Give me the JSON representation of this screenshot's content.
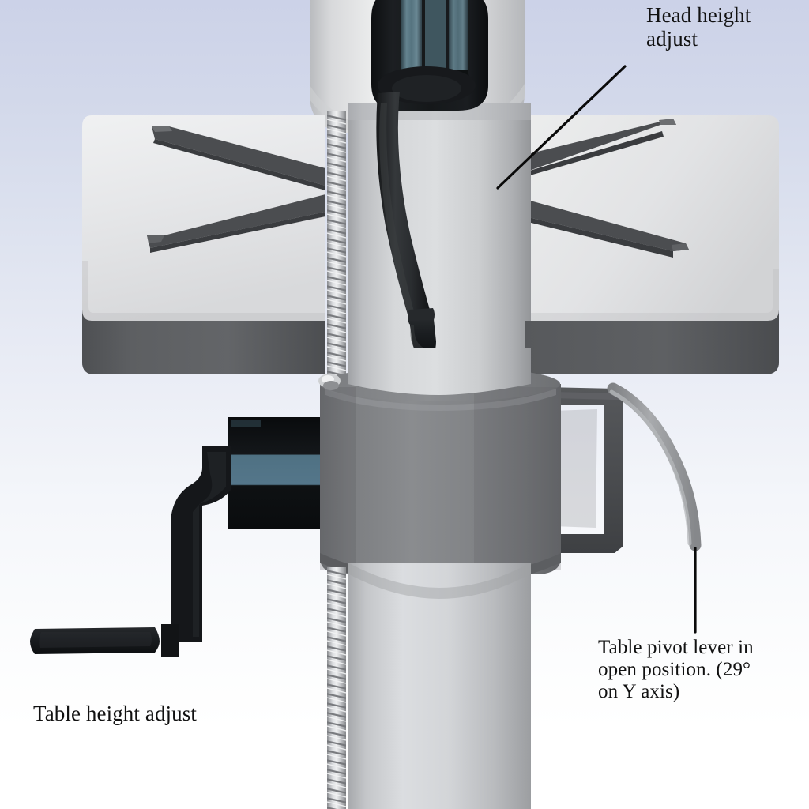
{
  "scene": {
    "kind": "3d-render-illustration",
    "subject": "drill press column, table and adjustment controls",
    "background": {
      "top_color": "#ccd2e8",
      "bottom_color": "#ffffff",
      "description": "vertical gradient from pale blue-lavender at top to white at bottom"
    }
  },
  "annotations": [
    {
      "id": "head-height-adjust",
      "text": "Head height\nadjust",
      "leader": "diagonal line from label down-left to handle"
    },
    {
      "id": "table-pivot-lever",
      "text": "Table pivot lever in\nopen position. (29°\non Y axis)",
      "leader": "vertical line from label up to lever rod"
    },
    {
      "id": "table-height-adjust",
      "text": "Table height adjust",
      "leader": "none"
    }
  ],
  "parts": {
    "head_housing": {
      "name": "head housing",
      "color": "#e3e4e6"
    },
    "column": {
      "name": "main column",
      "color": "#c8cacc"
    },
    "lead_screw": {
      "name": "threaded lead screw",
      "color": "#b9bbbd"
    },
    "table": {
      "name": "cross table with T-slots",
      "top_color": "#e4e5e7",
      "edge_color": "#5e6063",
      "slot_color": "#4b4d50"
    },
    "collar": {
      "name": "table support collar",
      "color": "#7d7f82"
    },
    "pivot_bracket": {
      "name": "table pivot bracket",
      "color": "#4b4d50"
    },
    "pivot_rod": {
      "name": "table pivot lever rod",
      "color": "#9a9c9f"
    },
    "head_crank": {
      "name": "head height adjust handle",
      "hub_color": "#111416",
      "accent_color": "#5f7f8f",
      "arm_color": "#2a2c2e"
    },
    "table_crank": {
      "name": "table height adjust crank",
      "hub_color": "#101214",
      "accent_color": "#4f7183",
      "arm_color": "#141618",
      "grip_color": "#1b1d1f"
    }
  },
  "colors": {
    "ink": "#111111",
    "teal_accent": "#5f7f8f",
    "dark_metal": "#4b4d50",
    "mid_gray": "#7d7f82",
    "light_gray": "#c8cacc",
    "off_white": "#e4e5e7"
  }
}
